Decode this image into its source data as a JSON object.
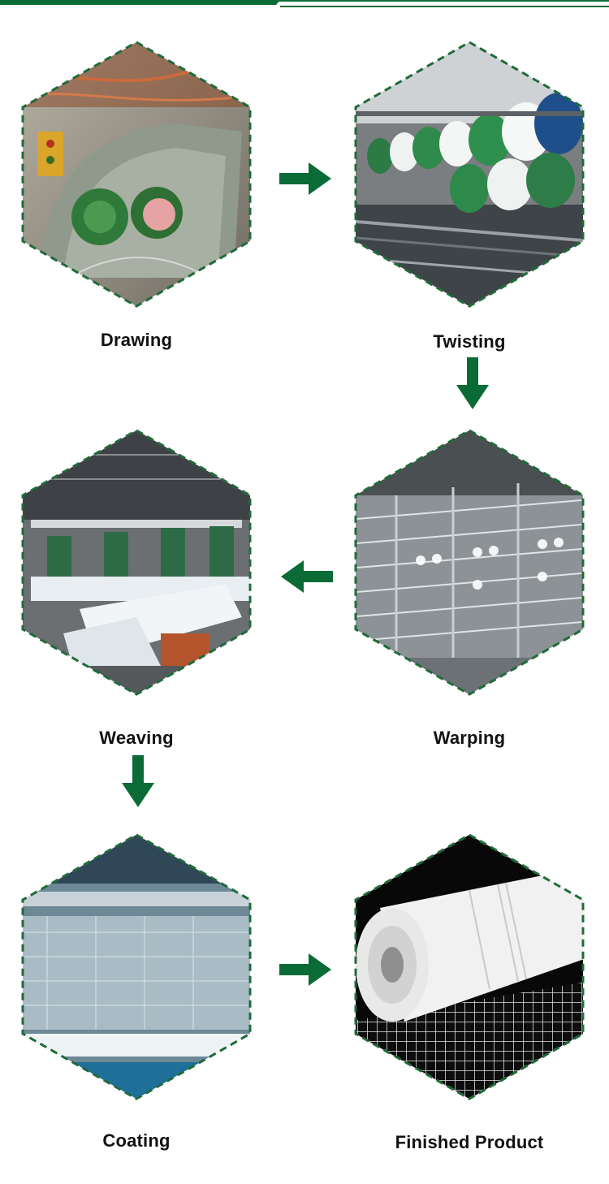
{
  "colors": {
    "accent": "#0b6b36",
    "dash": "#1f6b3a"
  },
  "steps": [
    {
      "label": "Drawing",
      "scene": "drawing-machine"
    },
    {
      "label": "Twisting",
      "scene": "twisting-bobbins"
    },
    {
      "label": "Warping",
      "scene": "warping-creel"
    },
    {
      "label": "Weaving",
      "scene": "weaving-looms"
    },
    {
      "label": "Coating",
      "scene": "coating-line"
    },
    {
      "label": "Finished Product",
      "scene": "mesh-roll"
    }
  ]
}
